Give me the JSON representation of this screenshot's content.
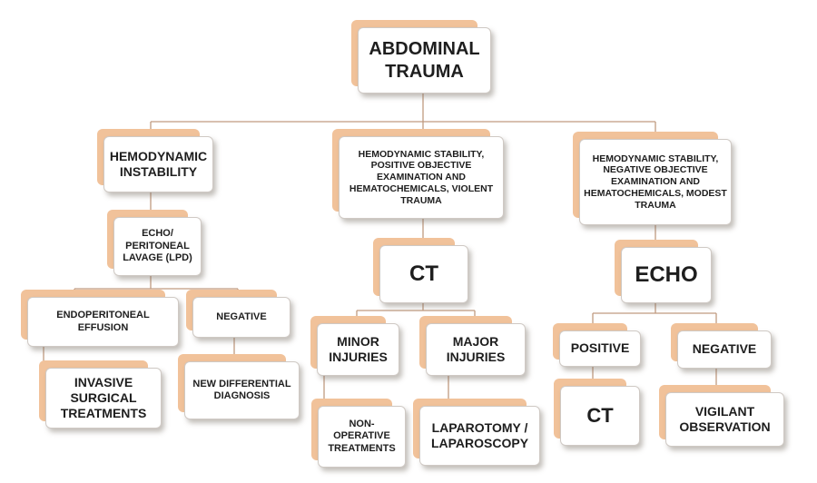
{
  "diagram": {
    "root": "ABDOMINAL TRAUMA",
    "branch_instability": {
      "title": "HEMODYNAMIC INSTABILITY",
      "echo_lavage": "ECHO/ PERITONEAL LAVAGE (LPD)",
      "endoperitoneal_effusion": "ENDOPERITONEAL EFFUSION",
      "invasive_surgical": "INVASIVE SURGICAL TREATMENTS",
      "negative": "NEGATIVE",
      "new_differential": "NEW DIFFERENTIAL DIAGNOSIS"
    },
    "branch_violent": {
      "title": "HEMODYNAMIC STABILITY, POSITIVE OBJECTIVE EXAMINATION AND HEMATOCHEMICALS, VIOLENT TRAUMA",
      "ct": "CT",
      "minor_injuries": "MINOR INJURIES",
      "non_operative": "NON-OPERATIVE TREATMENTS",
      "major_injuries": "MAJOR INJURIES",
      "laparotomy": "LAPAROTOMY / LAPAROSCOPY"
    },
    "branch_modest": {
      "title": "HEMODYNAMIC STABILITY, NEGATIVE OBJECTIVE EXAMINATION AND HEMATOCHEMICALS, MODEST TRAUMA",
      "echo": "ECHO",
      "positive": "POSITIVE",
      "ct": "CT",
      "negative": "NEGATIVE",
      "vigilant": "VIGILANT OBSERVATION"
    }
  }
}
